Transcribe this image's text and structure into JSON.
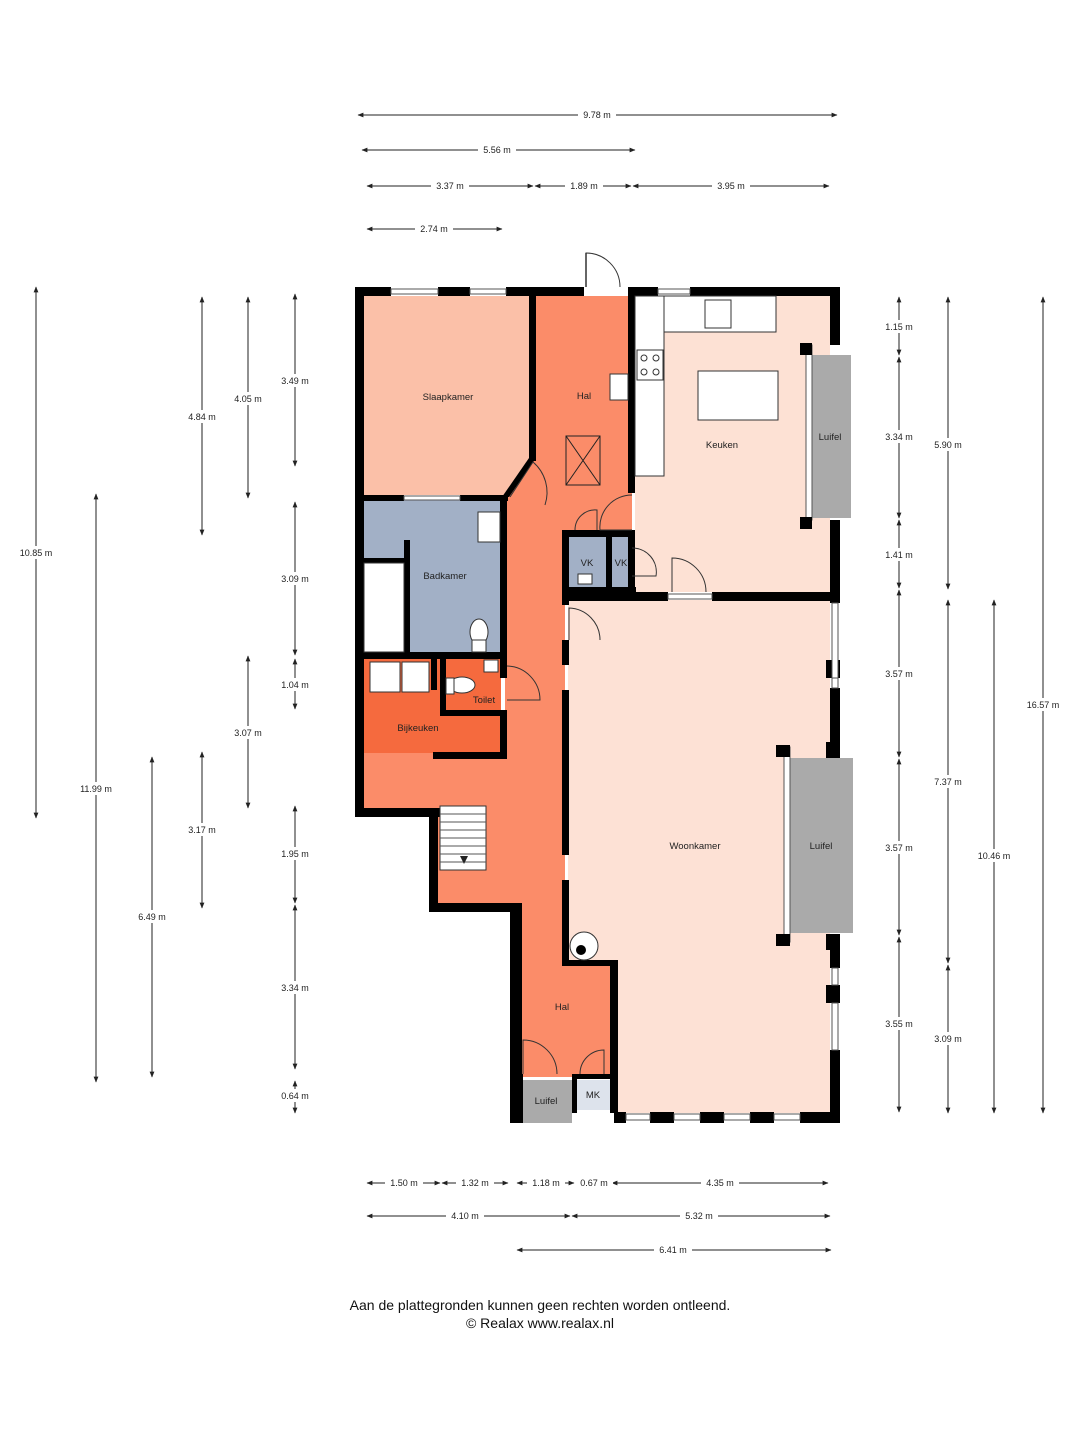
{
  "colors": {
    "hal": "#FB8C69",
    "slaapkamer": "#FBC0A8",
    "badkamer": "#A2B0C6",
    "bijkeuken": "#F56A3E",
    "keuken": "#FDE1D4",
    "woonkamer": "#FDE1D5",
    "luifel": "#AAAAAA",
    "wall": "#000000",
    "dimension_line": "#222222"
  },
  "rooms": {
    "slaapkamer": "Slaapkamer",
    "hal_top": "Hal",
    "keuken": "Keuken",
    "luifel_keuken": "Luifel",
    "badkamer": "Badkamer",
    "vk_1": "VK",
    "vk_2": "VK",
    "toilet": "Toilet",
    "bijkeuken": "Bijkeuken",
    "woonkamer": "Woonkamer",
    "luifel_woonkamer": "Luifel",
    "hal_bottom": "Hal",
    "luifel_entrance": "Luifel",
    "mk": "MK"
  },
  "dimensions": {
    "top": [
      "9.78 m",
      "5.56 m",
      "3.37 m",
      "1.89 m",
      "3.95 m",
      "2.74 m"
    ],
    "bottom": [
      "1.50 m",
      "1.32 m",
      "1.18 m",
      "0.67 m",
      "4.35 m",
      "4.10 m",
      "5.32 m",
      "6.41 m"
    ],
    "left": [
      "10.85 m",
      "11.99 m",
      "4.84 m",
      "6.49 m",
      "4.05 m",
      "3.07 m",
      "3.17 m",
      "3.49 m",
      "3.09 m",
      "1.04 m",
      "1.95 m",
      "3.34 m",
      "0.64 m"
    ],
    "right": [
      "1.15 m",
      "3.34 m",
      "1.41 m",
      "3.57 m",
      "3.57 m",
      "3.55 m",
      "5.90 m",
      "7.37 m",
      "3.09 m",
      "10.46 m",
      "16.57 m"
    ]
  },
  "footer": {
    "disclaimer": "Aan de plattegronden kunnen geen rechten worden ontleend.",
    "copyright": "© Realax www.realax.nl"
  }
}
